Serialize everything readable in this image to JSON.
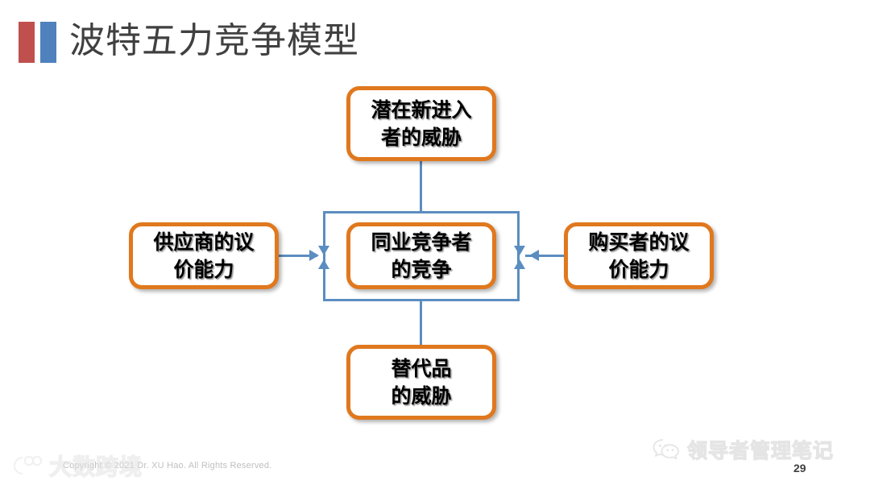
{
  "slide": {
    "title": "波特五力竞争模型",
    "accent_red": "#C0504D",
    "accent_blue": "#4F81BD",
    "box_border_color": "#E0781E",
    "connector_color": "#5B8DC0",
    "page_number": "29",
    "copyright": "Copyright © 2021 Dr. XU Hao. All Rights Reserved."
  },
  "diagram": {
    "type": "porters-five-forces",
    "boxes": {
      "entrants": {
        "label": "潜在新进入\n者的威胁",
        "position": "top"
      },
      "suppliers": {
        "label": "供应商的议\n价能力",
        "position": "left"
      },
      "rivalry": {
        "label": "同业竞争者\n的竞争",
        "position": "center"
      },
      "buyers": {
        "label": "购买者的议\n价能力",
        "position": "right"
      },
      "substitutes": {
        "label": "替代品\n的威胁",
        "position": "bottom"
      }
    },
    "connectors": [
      {
        "from": "entrants",
        "to": "rivalry",
        "direction": "down"
      },
      {
        "from": "suppliers",
        "to": "rivalry",
        "direction": "right"
      },
      {
        "from": "buyers",
        "to": "rivalry",
        "direction": "left"
      },
      {
        "from": "substitutes",
        "to": "rivalry",
        "direction": "up"
      }
    ]
  },
  "watermarks": {
    "bottom_left": "大数跨境",
    "bottom_right": "领导者管理笔记"
  }
}
